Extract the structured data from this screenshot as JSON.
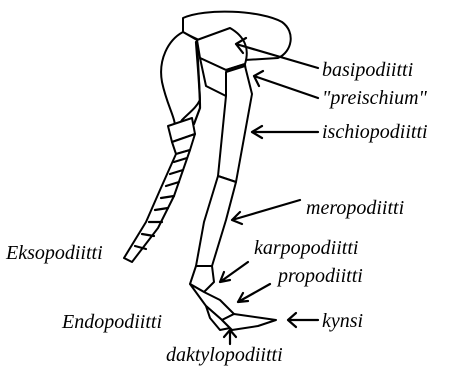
{
  "diagram": {
    "labels": {
      "basipodiitti": "basipodiitti",
      "preischium": "\"preischium\"",
      "ischiopodiitti": "ischiopodiitti",
      "meropodiitti": "meropodiitti",
      "eksopodiitti": "Eksopodiitti",
      "karpopodiitti": "karpopodiitti",
      "propodiitti": "propodiitti",
      "endopodiitti": "Endopodiitti",
      "kynsi": "kynsi",
      "daktylopodiitti": "daktylopodiitti"
    },
    "colors": {
      "ink": "#000000",
      "background": "#ffffff"
    }
  }
}
